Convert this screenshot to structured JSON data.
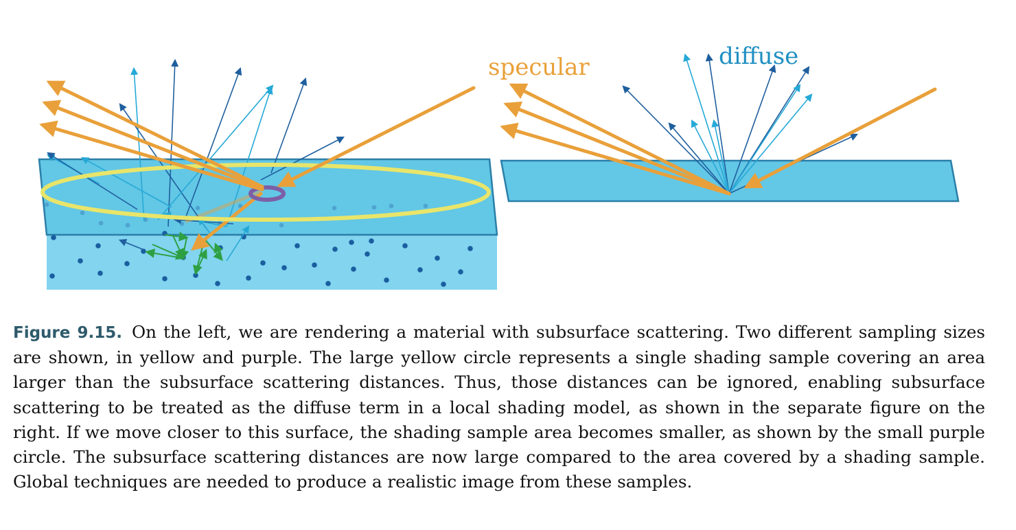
{
  "figure": {
    "label_specular": "specular",
    "label_diffuse": "diffuse",
    "colors": {
      "specular": "#e9a03a",
      "diffuse_dark": "#1f5f9e",
      "diffuse_light": "#26a9d6",
      "diffuse_label": "#1f8fc1",
      "material_top": "#63c7e6",
      "material_body": "#82d4ef",
      "material_edge": "#2a7fa8",
      "particle": "#1a5ea0",
      "yellow_circle": "#e8e56a",
      "purple_circle": "#7c5fa6",
      "scatter_path": "#2ea043"
    }
  },
  "caption": {
    "label": "Figure 9.15.",
    "text": "On the left, we are rendering a material with subsurface scattering. Two different sampling sizes are shown, in yellow and purple. The large yellow circle represents a single shading sample covering an area larger than the subsurface scattering distances. Thus, those distances can be ignored, enabling subsurface scattering to be treated as the diffuse term in a local shading model, as shown in the separate figure on the right. If we move closer to this surface, the shading sample area becomes smaller, as shown by the small purple circle. The subsurface scattering distances are now large compared to the area covered by a shading sample. Global techniques are needed to produce a realistic image from these samples."
  }
}
